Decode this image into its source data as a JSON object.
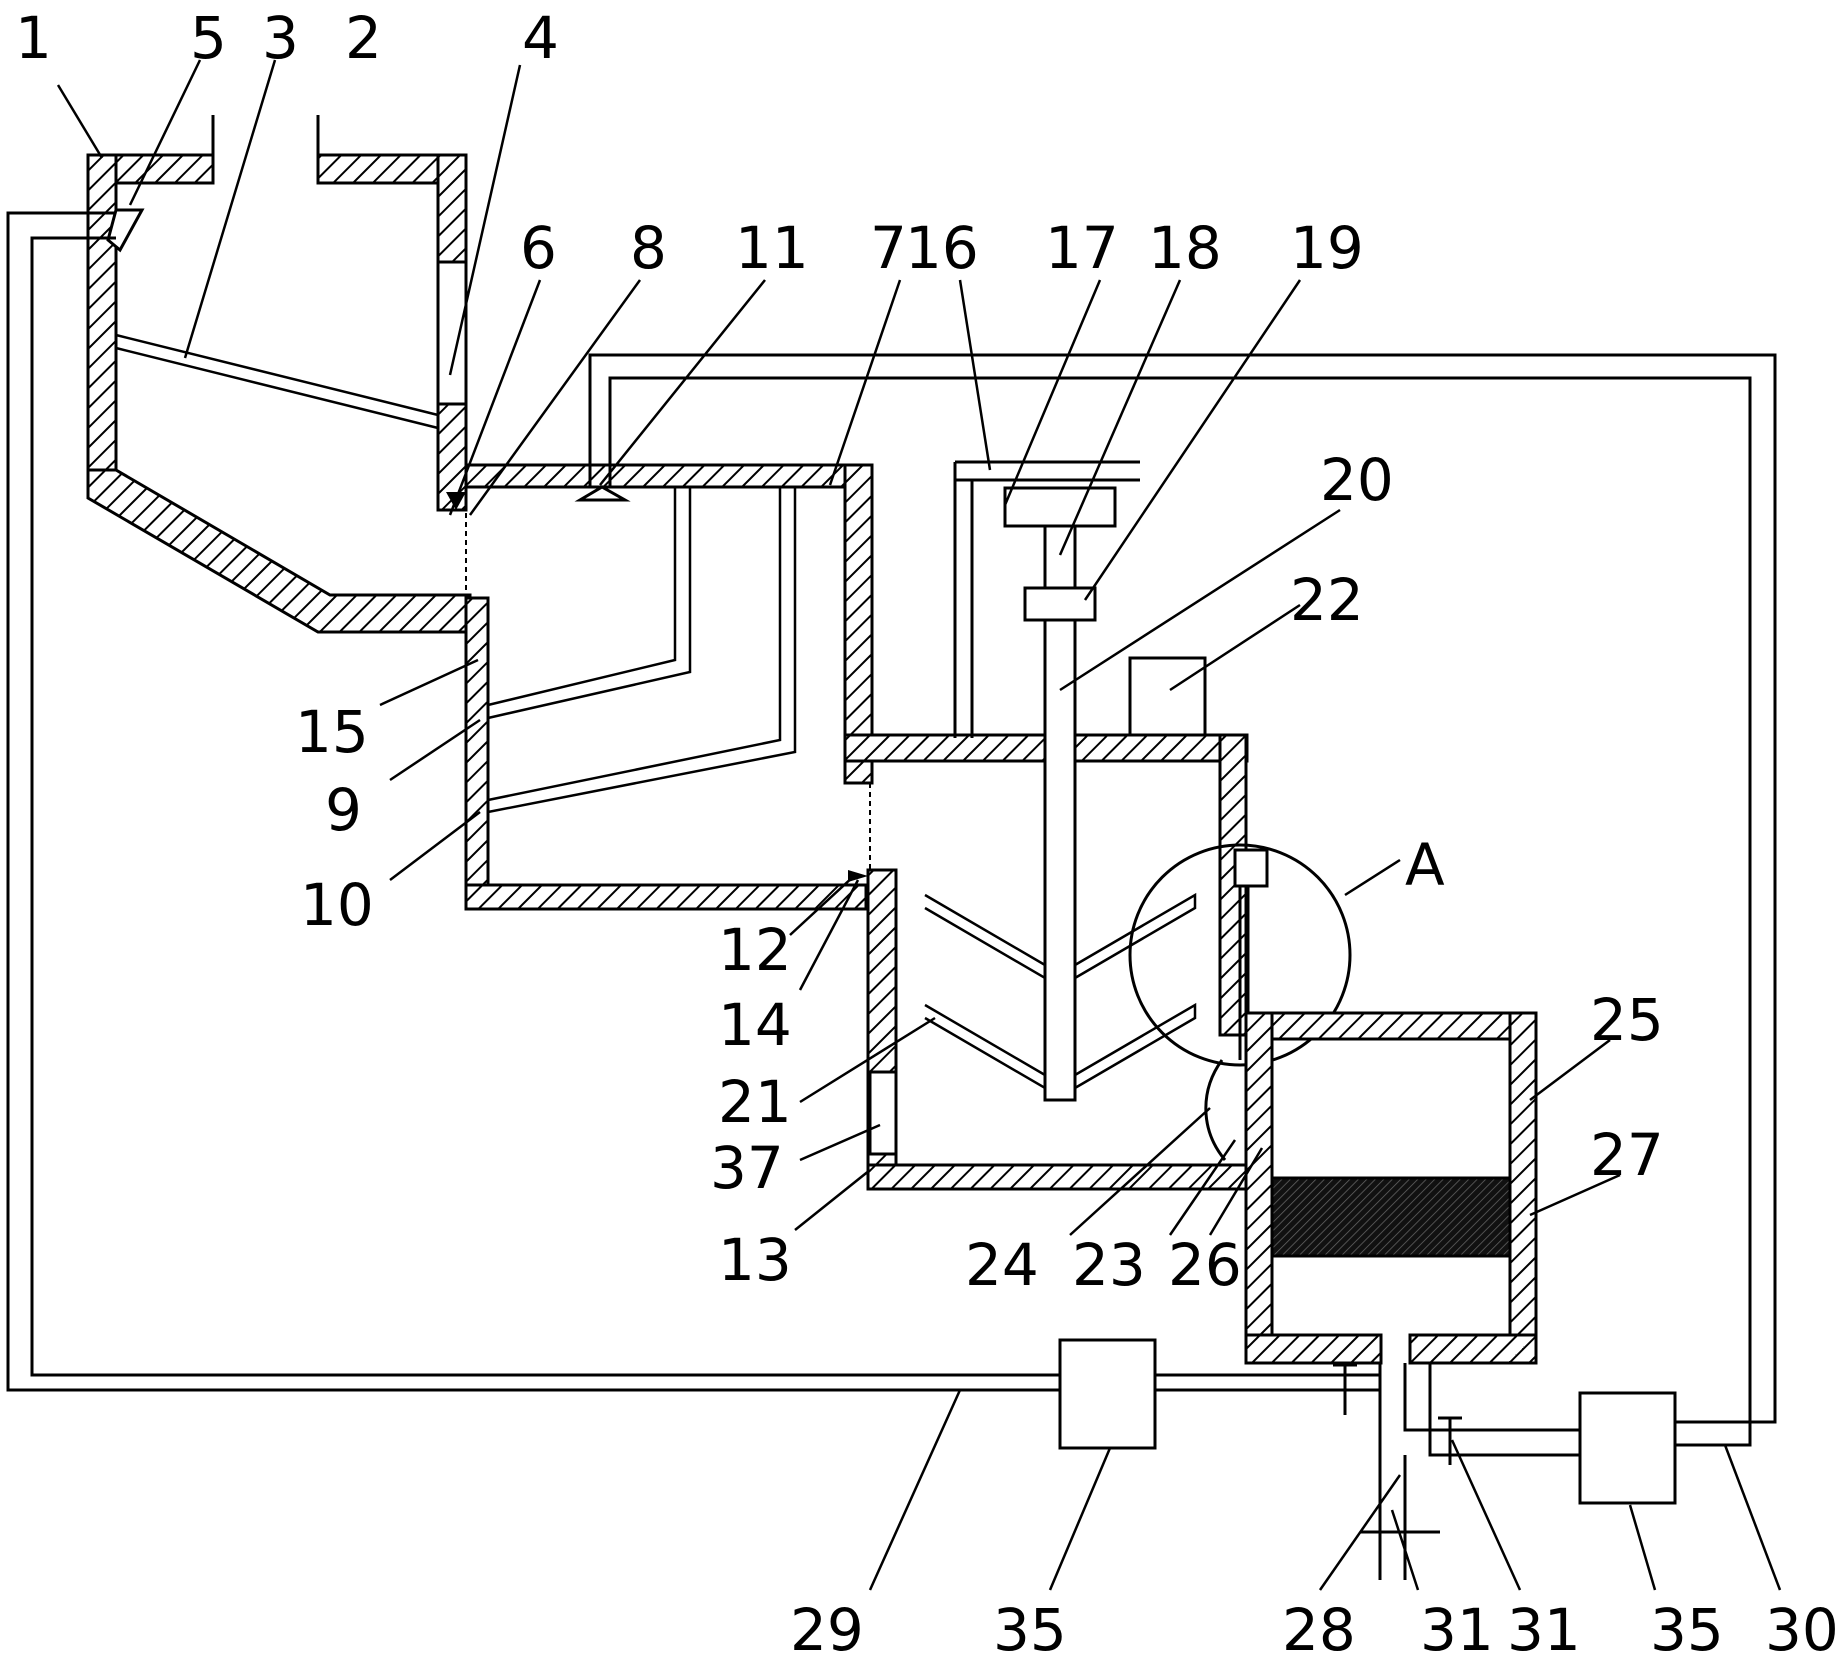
{
  "diagram": {
    "labels": {
      "l1": "1",
      "l5": "5",
      "l3": "3",
      "l2": "2",
      "l4": "4",
      "l6": "6",
      "l8": "8",
      "l11": "11",
      "l7": "7",
      "l16": "16",
      "l17": "17",
      "l18": "18",
      "l19": "19",
      "l20": "20",
      "l22": "22",
      "l15": "15",
      "l9": "9",
      "l10": "10",
      "lA": "A",
      "l12": "12",
      "l14": "14",
      "l25": "25",
      "l21": "21",
      "l27": "27",
      "l37": "37",
      "l13": "13",
      "l24": "24",
      "l23": "23",
      "l26": "26",
      "l29": "29",
      "l35a": "35",
      "l28": "28",
      "l31a": "31",
      "l31b": "31",
      "l35b": "35",
      "l30": "30"
    }
  }
}
